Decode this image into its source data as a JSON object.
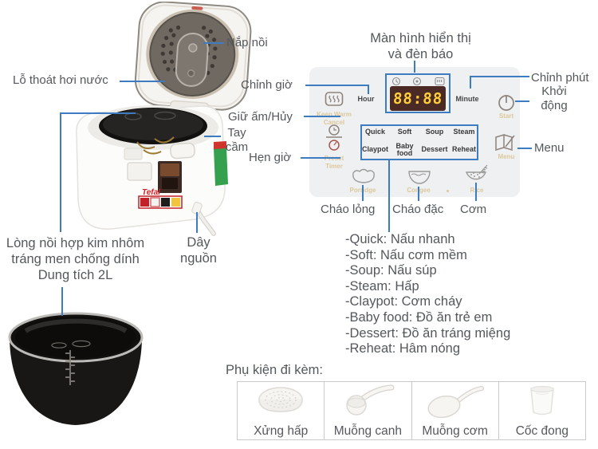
{
  "cooker": {
    "brand": "Tefal",
    "callouts": {
      "nap_noi": "Nắp nồi",
      "lo_thoat": "Lỗ thoát hơi nước",
      "tay_cam": [
        "Tay",
        "cầm"
      ],
      "long_noi": [
        "Lòng nồi hợp kim nhôm",
        "tráng men chống dính",
        "Dung tích 2L"
      ],
      "day_nguon": [
        "Dây",
        "nguồn"
      ]
    }
  },
  "panel": {
    "display_value": "88:88",
    "hour": "Hour",
    "minute": "Minute",
    "keep_warm": [
      "Keep Warm",
      "Cancel"
    ],
    "preset": [
      "Preset",
      "Timer"
    ],
    "start": "Start",
    "menu": "Menu",
    "modes": [
      "Quick",
      "Soft",
      "Soup",
      "Steam",
      "Claypot",
      "Baby food",
      "Dessert",
      "Reheat"
    ],
    "programs": [
      "Porridge",
      "Congee",
      "Rice"
    ]
  },
  "panel_callouts": {
    "man_hinh": [
      "Màn hình hiển thị",
      "và đèn báo"
    ],
    "chinh_gio": "Chỉnh giờ",
    "chinh_phut": "Chỉnh phút",
    "khoi_dong": [
      "Khởi",
      "động"
    ],
    "giu_am": "Giữ ấm/Hủy",
    "hen_gio": "Hẹn giờ",
    "menu": "Menu",
    "chao_long": "Cháo lỏng",
    "chao_dac": "Cháo đặc",
    "com": "Cơm"
  },
  "mode_descriptions": [
    "-Quick: Nấu nhanh",
    "-Soft: Nấu cơm mềm",
    "-Soup: Nấu súp",
    "-Steam: Hấp",
    "-Claypot: Cơm cháy",
    "-Baby food: Đồ ăn trẻ em",
    "-Dessert: Đồ ăn tráng miệng",
    "-Reheat: Hâm nóng"
  ],
  "accessories": {
    "title": "Phụ kiện đi kèm:",
    "items": [
      "Xửng hấp",
      "Muỗng canh",
      "Muỗng cơm",
      "Cốc đong"
    ]
  },
  "colors": {
    "accent_blue": "#3d7cc1",
    "label_gray": "#54585c",
    "panel_bg": "#eff0f1",
    "display_bg": "#4b2a25",
    "digit_yellow": "#ffce3a",
    "tan_text": "#dcc89b"
  }
}
